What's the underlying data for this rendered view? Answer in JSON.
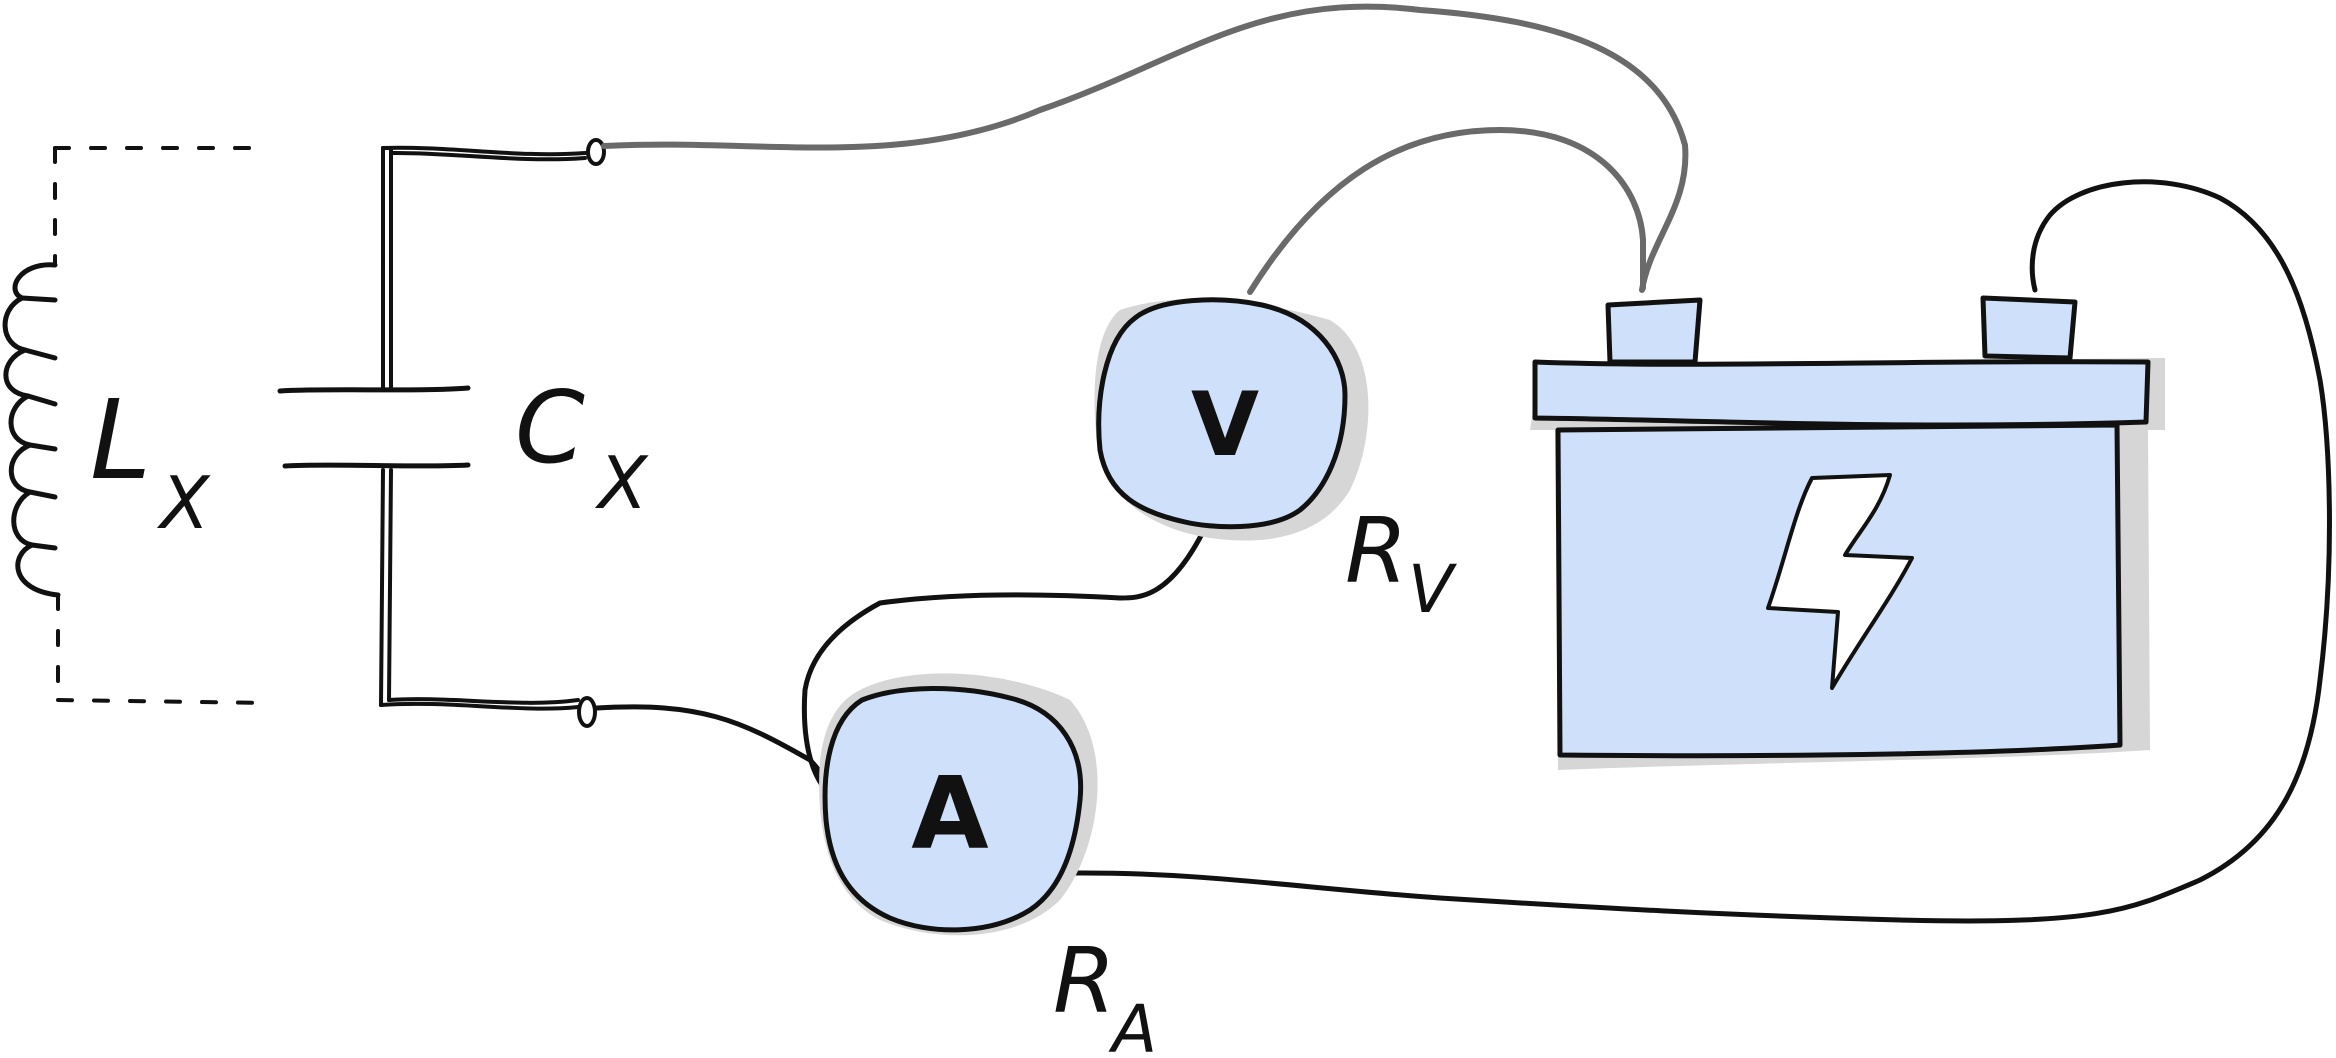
{
  "diagram": {
    "labels": {
      "inductor": "L",
      "inductor_sub": "X",
      "capacitor": "C",
      "capacitor_sub": "X",
      "voltmeter_resistance": "R",
      "voltmeter_resistance_sub": "V",
      "ammeter_resistance": "R",
      "ammeter_resistance_sub": "A"
    },
    "meters": {
      "voltmeter_symbol": "V",
      "ammeter_symbol": "A"
    },
    "colors": {
      "component_fill": "#cfe0fb",
      "stroke": "#111111",
      "voltmeter_wire": "#6a6a6a",
      "shadow": "#d6d6d6",
      "background": "#ffffff"
    },
    "icons": {
      "battery": "battery-icon",
      "lightning": "lightning-bolt-icon",
      "inductor": "coil-icon",
      "capacitor": "capacitor-icon"
    }
  }
}
